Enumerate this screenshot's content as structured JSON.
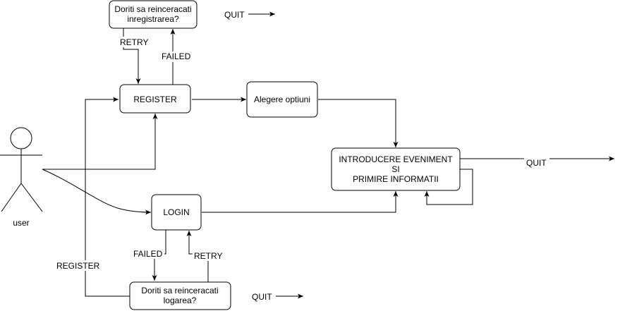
{
  "actor": {
    "label": "user"
  },
  "nodes": {
    "retry_register": {
      "lines": [
        "Doriti sa reinceracati",
        "inregistrarea?"
      ]
    },
    "register": {
      "lines": [
        "REGISTER"
      ]
    },
    "alegere": {
      "lines": [
        "Alegere optiuni"
      ]
    },
    "introducere": {
      "lines": [
        "INTRODUCERE EVENIMENT",
        "SI",
        "PRIMIRE INFORMATII"
      ]
    },
    "login": {
      "lines": [
        "LOGIN"
      ]
    },
    "retry_login": {
      "lines": [
        "Doriti sa reinceracati",
        "logarea?"
      ]
    }
  },
  "edge_labels": {
    "quit_top": "QUIT",
    "retry_top": "RETRY",
    "failed_top": "FAILED",
    "quit_right": "QUIT",
    "failed_bottom": "FAILED",
    "retry_bottom": "RETRY",
    "register_left": "REGISTER",
    "quit_bottom": "QUIT"
  }
}
